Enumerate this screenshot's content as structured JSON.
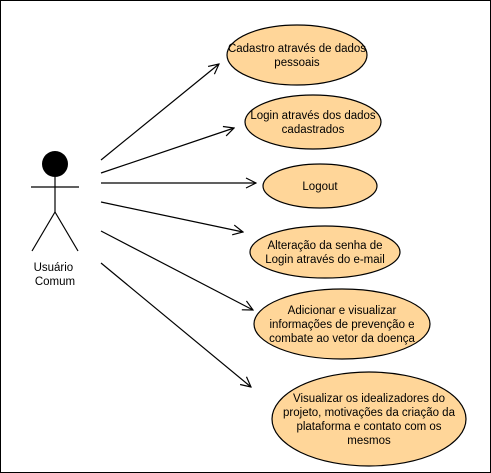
{
  "colors": {
    "usecase_fill": "#ffd699",
    "stroke": "#000000",
    "background": "#ffffff"
  },
  "actor": {
    "label_lines": [
      "Usuário",
      "Comum"
    ]
  },
  "use_cases": [
    {
      "id": "cadastro",
      "lines": [
        "Cadastro através de dados",
        "pessoais"
      ]
    },
    {
      "id": "login",
      "lines": [
        "Login através dos dados",
        "cadastrados"
      ]
    },
    {
      "id": "logout",
      "lines": [
        "Logout"
      ]
    },
    {
      "id": "alteracao-senha",
      "lines": [
        "Alteração da senha de",
        "Login através do e-mail"
      ]
    },
    {
      "id": "prevencao",
      "lines": [
        "Adicionar e visualizar",
        "informações de prevenção e",
        "combate ao vetor da doença"
      ]
    },
    {
      "id": "idealizadores",
      "lines": [
        "Visualizar os idealizadores do",
        "projeto, motivações da criação da",
        "plataforma e contato com os",
        "mesmos"
      ]
    }
  ]
}
